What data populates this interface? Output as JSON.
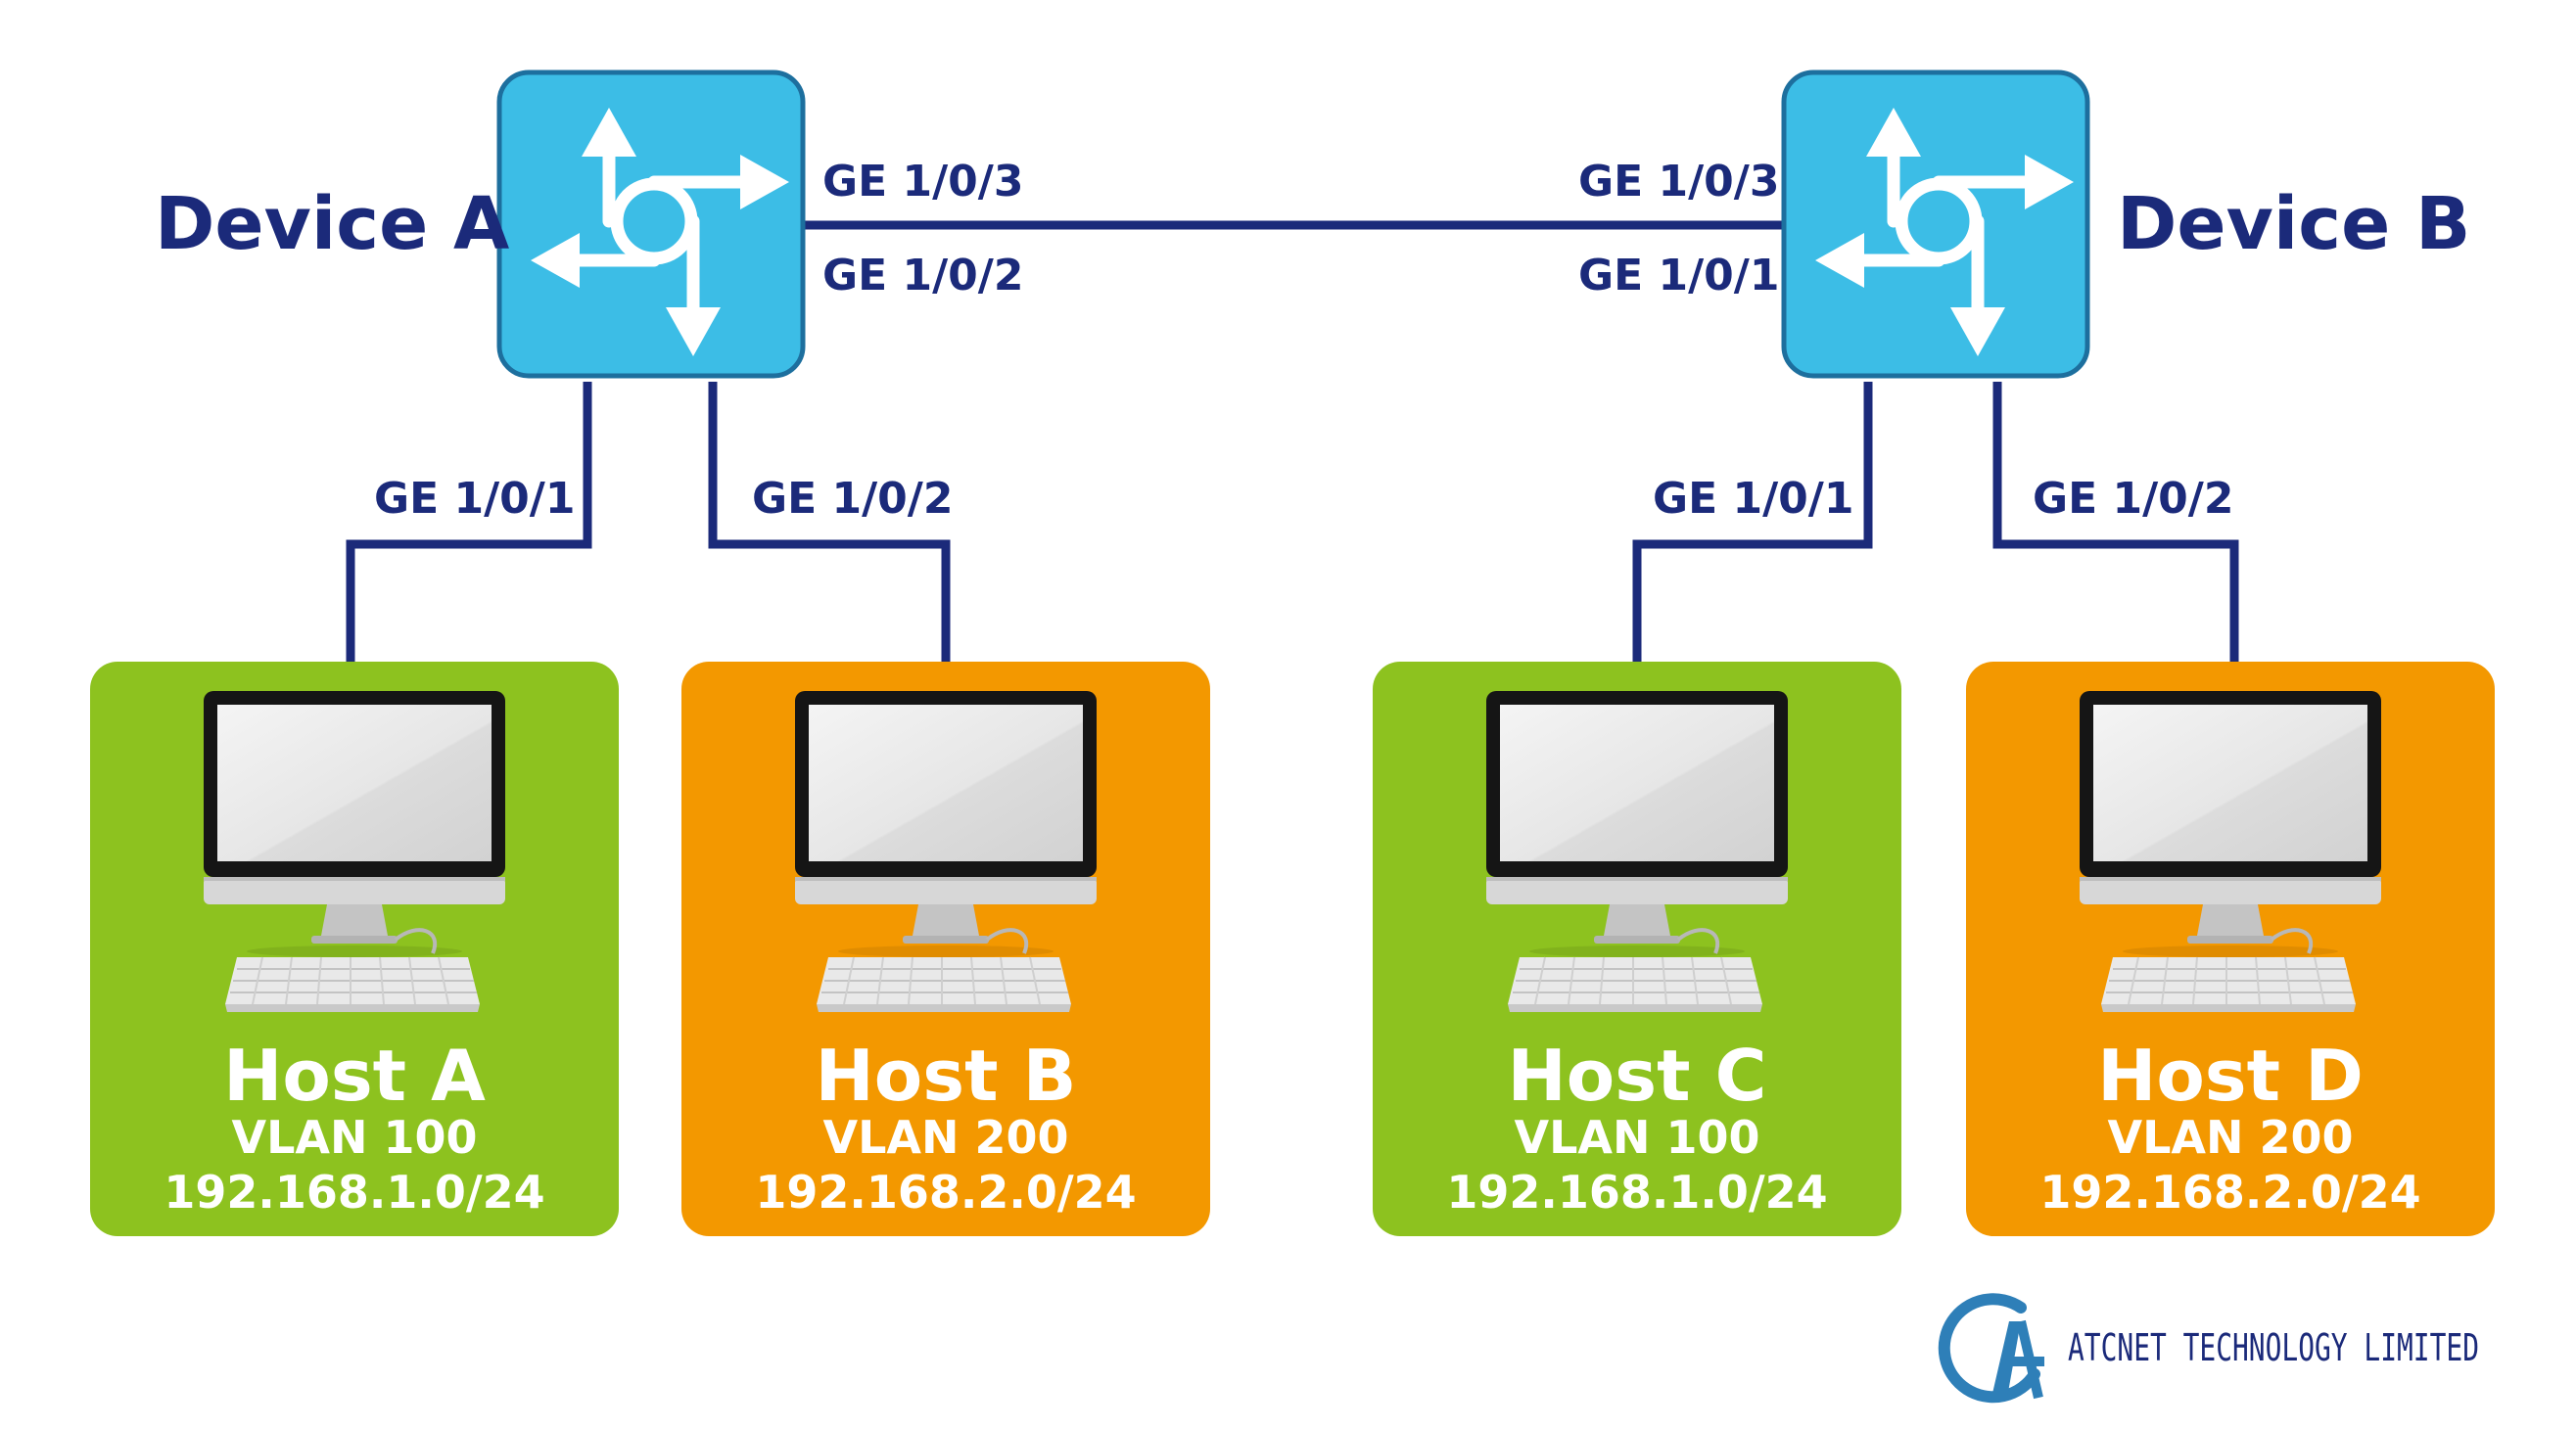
{
  "devices": [
    {
      "name": "Device A",
      "ports": {
        "uplink_top": "GE 1/0/3",
        "uplink_bottom": "GE 1/0/2",
        "down_left": "GE 1/0/1",
        "down_right": "GE 1/0/2"
      }
    },
    {
      "name": "Device B",
      "ports": {
        "uplink_top": "GE 1/0/3",
        "uplink_bottom": "GE 1/0/1",
        "down_left": "GE 1/0/1",
        "down_right": "GE 1/0/2"
      }
    }
  ],
  "hosts": [
    {
      "name": "Host A",
      "vlan": "VLAN 100",
      "subnet": "192.168.1.0/24",
      "color": "#8dc21f"
    },
    {
      "name": "Host B",
      "vlan": "VLAN 200",
      "subnet": "192.168.2.0/24",
      "color": "#f39800"
    },
    {
      "name": "Host C",
      "vlan": "VLAN 100",
      "subnet": "192.168.1.0/24",
      "color": "#8dc21f"
    },
    {
      "name": "Host D",
      "vlan": "VLAN 200",
      "subnet": "192.168.2.0/24",
      "color": "#f39800"
    }
  ],
  "colors": {
    "switch": "#3cbde6",
    "wire": "#1b2a7a",
    "vlan100": "#8dc21f",
    "vlan200": "#f39800"
  },
  "brand": {
    "name": "ATCNET TECHNOLOGY LIMITED",
    "logo_icon": "atcnet-logo-icon"
  },
  "icons": {
    "switch": "switch-router-icon",
    "host": "desktop-computer-icon"
  }
}
